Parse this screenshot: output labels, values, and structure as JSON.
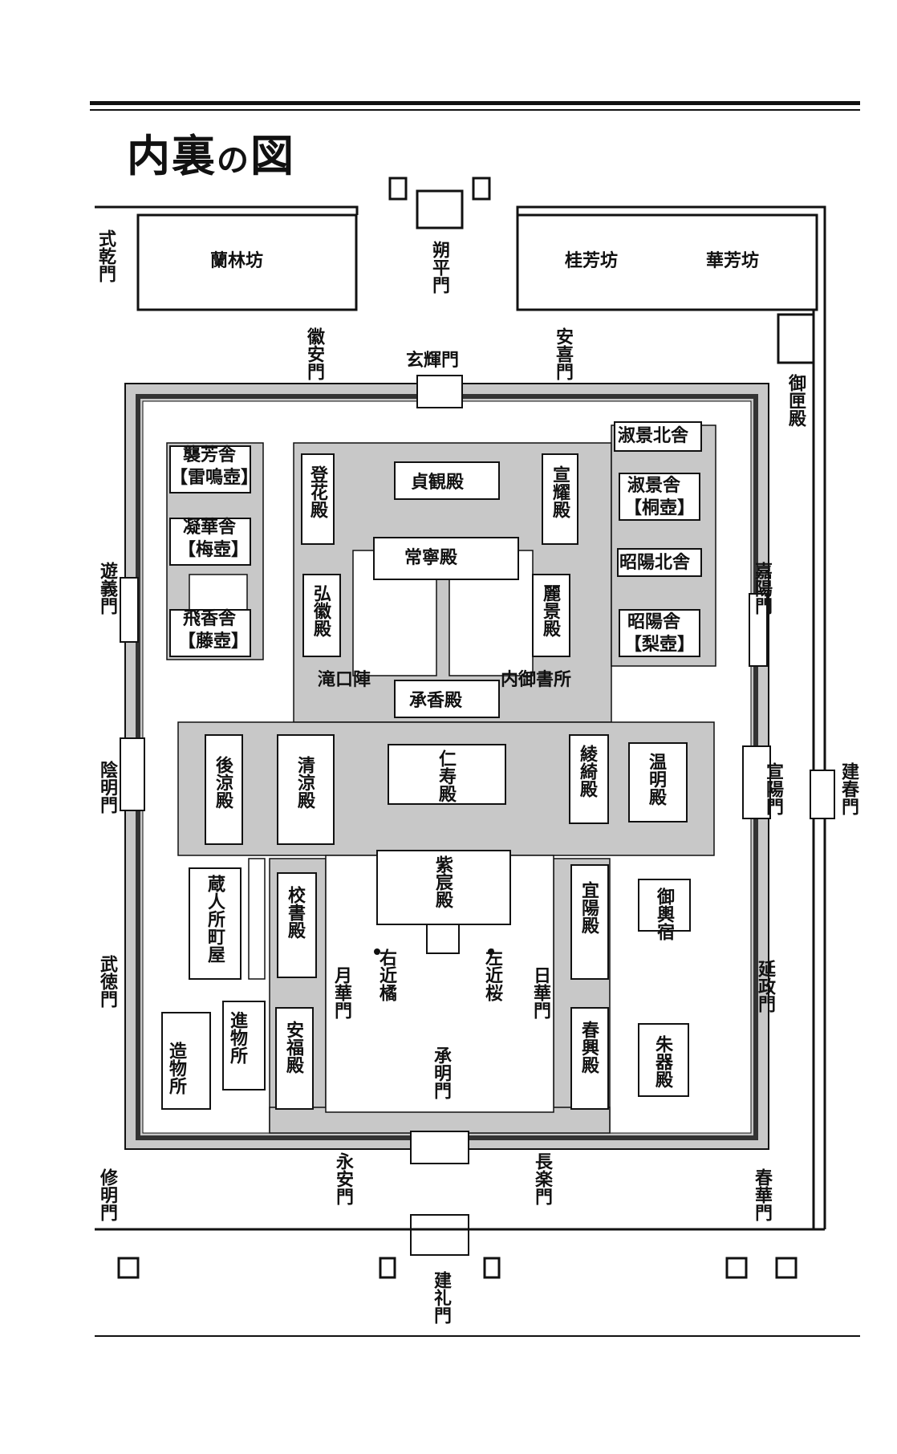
{
  "title": {
    "main": "内裏",
    "particle": "の",
    "last": "図"
  },
  "areas": {
    "ranrin": "蘭林坊",
    "keiho": "桂芳坊",
    "kaho": "華芳坊",
    "shugeisha": "襲芳舎",
    "shugeisha_sub": "【雷鳴壺】",
    "gyokasha": "凝華舎",
    "gyokasha_sub": "【梅壺】",
    "higyosha": "飛香舎",
    "higyosha_sub": "【藤壺】",
    "tokaden": "登花殿",
    "jokanden": "貞観殿",
    "senyoden": "宣耀殿",
    "joneiden": "常寧殿",
    "kokiden": "弘徽殿",
    "reikeiden": "麗景殿",
    "shigeisha_kita": "淑景北舎",
    "shigeisha": "淑景舎",
    "shigeisha_sub": "【桐壺】",
    "shoyo_kita": "昭陽北舎",
    "shoyosha": "昭陽舎",
    "shoyosha_sub": "【梨壺】",
    "takiguchi": "滝口陣",
    "uchigosho": "内御書所",
    "shokyoden": "承香殿",
    "jijuden": "仁寿殿",
    "koroden": "後涼殿",
    "seiryoden": "清涼殿",
    "ryokiden": "綾綺殿",
    "ummeiden": "温明殿",
    "shishinden": "紫宸殿",
    "kurodo": "蔵人所町屋",
    "kyoshoden": "校書殿",
    "giyoden": "宜陽殿",
    "mikoshiyado": "御輿宿",
    "ukon": "右近橘",
    "sakon": "左近桜",
    "shinmotsu": "進物所",
    "tsukumo": "造物所",
    "anpukuden": "安福殿",
    "shunkoden": "春興殿",
    "shuki": "朱器殿",
    "mikushige": "御匣殿"
  },
  "gates": {
    "shikiken": "式乾門",
    "sakuhei": "朔平門",
    "kian": "徽安門",
    "genki": "玄輝門",
    "anki": "安喜門",
    "yugi": "遊義門",
    "kayo": "嘉陽門",
    "inmei": "陰明門",
    "senyo": "宣陽門",
    "kenshun": "建春門",
    "butoku": "武徳門",
    "enmei": "延政門",
    "gekka": "月華門",
    "nikka": "日華門",
    "shomei": "承明門",
    "shumei": "修明門",
    "shunka": "春華門",
    "eian": "永安門",
    "choraku": "長楽門",
    "kenrei": "建礼門"
  }
}
